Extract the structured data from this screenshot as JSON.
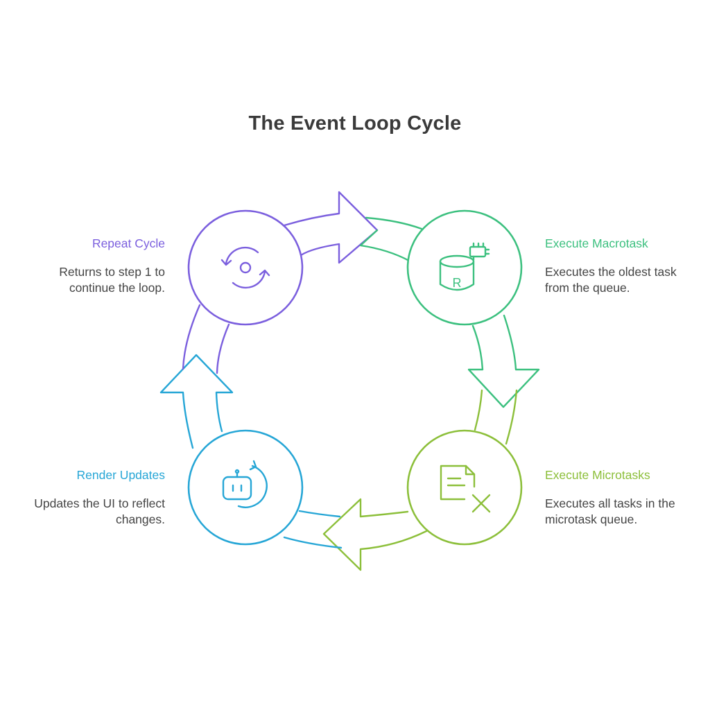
{
  "title": "The Event Loop Cycle",
  "steps": {
    "repeat": {
      "title": "Repeat Cycle",
      "desc_line1": "Returns to step 1 to",
      "desc_line2": "continue the loop.",
      "color": "#7b5fde",
      "icon": "refresh-cycle-icon"
    },
    "macrotask": {
      "title": "Execute Macrotask",
      "desc_line1": "Executes the oldest task",
      "desc_line2": "from the queue.",
      "icon_label": "R",
      "color": "#3cc07f",
      "icon": "database-chip-icon"
    },
    "microtasks": {
      "title": "Execute Microtasks",
      "desc_line1": "Executes all tasks in the",
      "desc_line2": "microtask queue.",
      "color": "#8cbf3a",
      "icon": "document-remove-icon"
    },
    "render": {
      "title": "Render Updates",
      "desc_line1": "Updates the UI to reflect",
      "desc_line2": "changes.",
      "color": "#26a6d6",
      "icon": "robot-refresh-icon"
    }
  }
}
